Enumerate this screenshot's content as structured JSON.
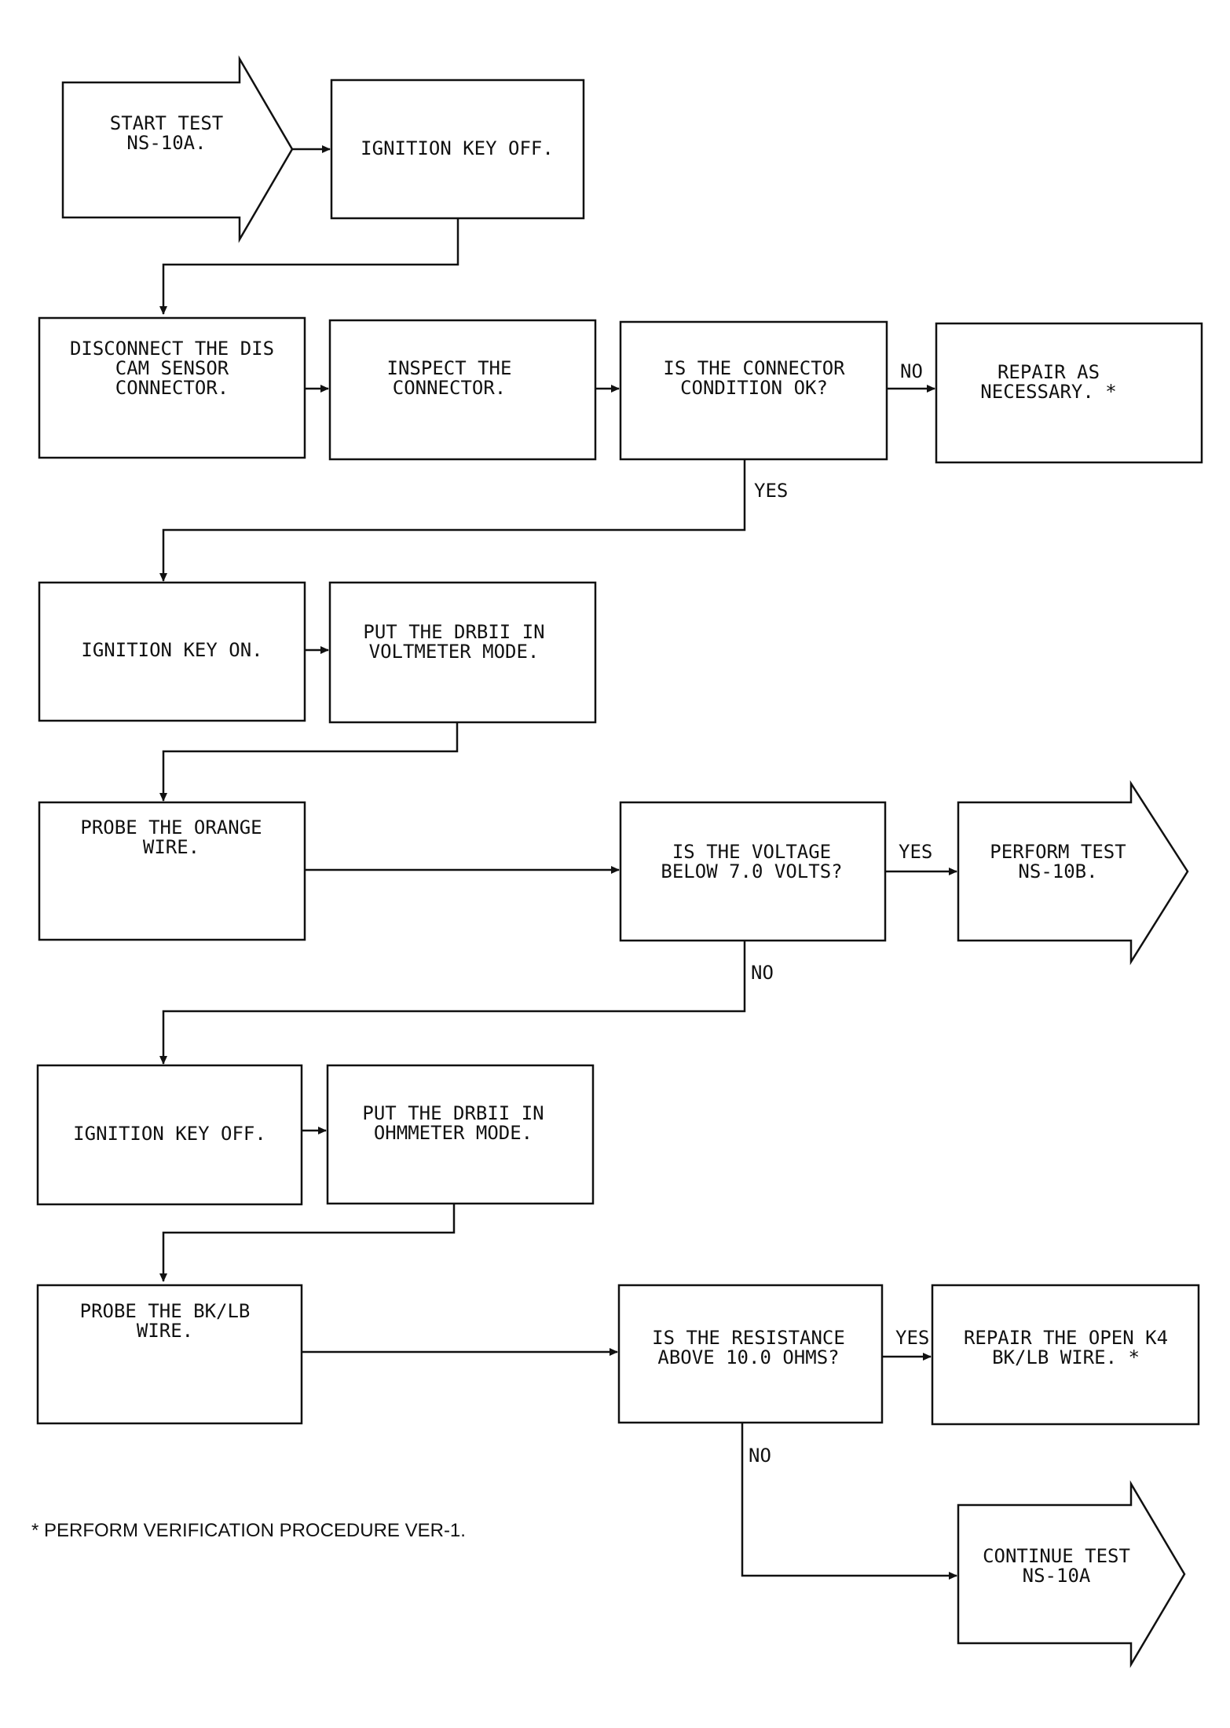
{
  "nodes": {
    "start": {
      "lines": [
        "START TEST",
        "NS-10A."
      ]
    },
    "key_off_1": {
      "lines": [
        "IGNITION KEY OFF."
      ]
    },
    "disconnect": {
      "lines": [
        "DISCONNECT THE DIS",
        "CAM SENSOR",
        "CONNECTOR."
      ]
    },
    "inspect": {
      "lines": [
        "INSPECT THE",
        "CONNECTOR."
      ]
    },
    "q_connector": {
      "lines": [
        "IS THE CONNECTOR",
        "CONDITION OK?"
      ]
    },
    "repair_necessary": {
      "lines": [
        "REPAIR AS",
        "NECESSARY. *"
      ]
    },
    "key_on": {
      "lines": [
        "IGNITION KEY ON."
      ]
    },
    "voltmeter": {
      "lines": [
        "PUT THE DRBII IN",
        "VOLTMETER MODE."
      ]
    },
    "probe_orange": {
      "lines": [
        "PROBE THE ORANGE",
        "WIRE."
      ]
    },
    "q_voltage": {
      "lines": [
        "IS THE VOLTAGE",
        "BELOW 7.0 VOLTS?"
      ]
    },
    "perform_10b": {
      "lines": [
        "PERFORM TEST",
        "NS-10B."
      ]
    },
    "key_off_2": {
      "lines": [
        "IGNITION KEY OFF."
      ]
    },
    "ohmmeter": {
      "lines": [
        "PUT THE DRBII IN",
        "OHMMETER MODE."
      ]
    },
    "probe_bklb": {
      "lines": [
        "PROBE THE BK/LB",
        "WIRE."
      ]
    },
    "q_resistance": {
      "lines": [
        "IS THE RESISTANCE",
        "ABOVE 10.0 OHMS?"
      ]
    },
    "repair_open": {
      "lines": [
        "REPAIR THE OPEN K4",
        "BK/LB WIRE. *"
      ]
    },
    "continue": {
      "lines": [
        "CONTINUE TEST",
        "NS-10A"
      ]
    }
  },
  "edge_labels": {
    "connector_no": "NO",
    "connector_yes": "YES",
    "voltage_yes": "YES",
    "voltage_no": "NO",
    "resistance_yes": "YES",
    "resistance_no": "NO"
  },
  "footnote": "* PERFORM VERIFICATION PROCEDURE VER-1."
}
